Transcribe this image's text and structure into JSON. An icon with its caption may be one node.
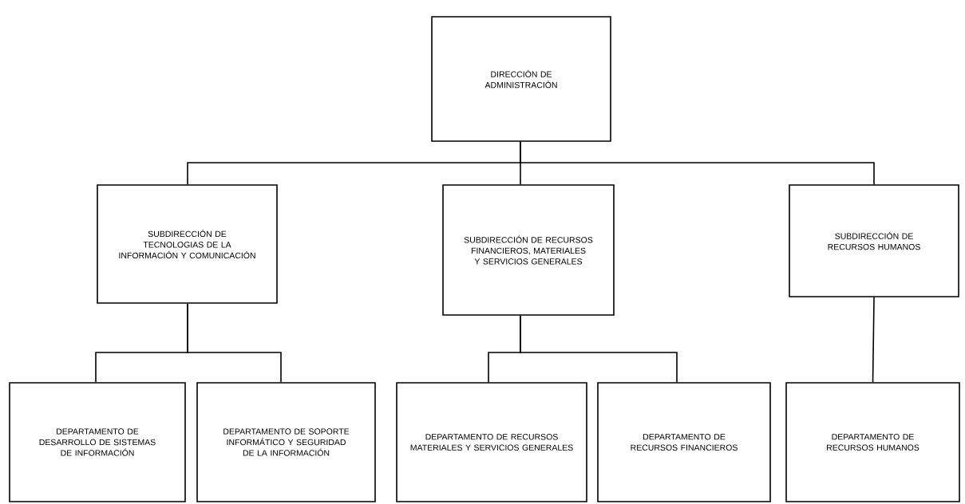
{
  "diagram": {
    "nodes": [
      {
        "text": [
          "DIRECCIÓN DE ADMINISTRACIÓN"
        ]
      },
      {
        "text": [
          "SUBDIRECCIÓN DE TECNOLOGIAS DE LA INFORMACIÓN Y COMUNICACIÓN"
        ]
      },
      {
        "text": [
          "SUBDIRECCIÓN DE RECURSOS FINANCIEROS, MATERIALES Y SERVICIOS GENERALES"
        ]
      },
      {
        "text": [
          "SUBDIRECCIÓN DE RECURSOS HUMANOS"
        ]
      },
      {
        "text": [
          "DEPARTAMENTO DE DESARROLLO DE SISTEMAS DE INFORMACIÓN"
        ]
      },
      {
        "text": [
          "DEPARTAMENTO DE SOPORTE INFORMÁTICO Y SEGURIDAD DE LA INFORMACIÓN"
        ]
      },
      {
        "text": [
          "DEPARTAMENTO DE RECURSOS MATERIALES Y SERVICIOS GENERALES"
        ]
      },
      {
        "text": [
          "DEPARTAMENTO DE RECURSOS FINANCIEROS"
        ]
      },
      {
        "text": [
          "DEPARTAMENTO DE RECURSOS HUMANOS"
        ]
      }
    ],
    "edges": [
      {
        "from": 0,
        "to": 1,
        "arrow": "none"
      },
      {
        "from": 0,
        "to": 2,
        "arrow": "none"
      },
      {
        "from": 0,
        "to": 3,
        "arrow": "none"
      },
      {
        "from": 1,
        "to": 4,
        "arrow": "none"
      },
      {
        "from": 1,
        "to": 5,
        "arrow": "none"
      },
      {
        "from": 2,
        "to": 6,
        "arrow": "none"
      },
      {
        "from": 2,
        "to": 7,
        "arrow": "none"
      },
      {
        "from": 3,
        "to": 8,
        "arrow": "none"
      }
    ]
  }
}
